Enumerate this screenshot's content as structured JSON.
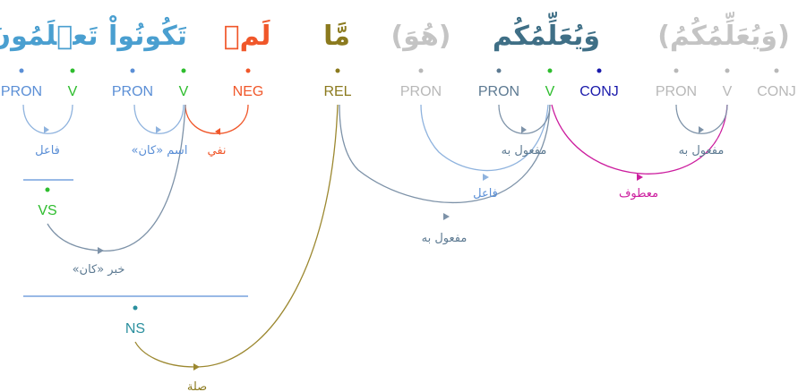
{
  "colors": {
    "green": "#2ebd2e",
    "blue": "#5b8fd6",
    "red": "#f0572a",
    "olive": "#8b7a1e",
    "grey": "#b8b8b8",
    "slate": "#5d7a92",
    "navy": "#1a1aab",
    "magenta": "#cc1d9e",
    "teal": "#2a8f9e",
    "edge_blue": "#8fb3de",
    "edge_slate": "#7d92a8",
    "edge_red": "#f0572a",
    "edge_olive": "#9c8830",
    "edge_magenta": "#cc1d9e"
  },
  "words": [
    {
      "text": "تَعۡلَمُونَ",
      "color": "blue_green"
    },
    {
      "text": "تَكُونُواْ",
      "color": "blue_green"
    },
    {
      "text": "لَمۡ",
      "color": "red"
    },
    {
      "text": "مَّا",
      "color": "olive"
    },
    {
      "text": "(هُوَ)",
      "color": "grey"
    },
    {
      "text": "وَيُعَلِّمُكُم",
      "color": "slate_green"
    },
    {
      "text": "(وَيُعَلِّمُكُمُ)",
      "color": "grey"
    }
  ],
  "tags": [
    "PRON",
    "V",
    "PRON",
    "V",
    "NEG",
    "REL",
    "PRON",
    "PRON",
    "V",
    "CONJ",
    "PRON",
    "V",
    "CONJ"
  ],
  "nodes": {
    "vs": "VS",
    "ns": "NS"
  },
  "relations": {
    "fail_1": "فاعل",
    "ism_kana": "اسم «كان»",
    "nafy": "نفي",
    "khabar_kana": "خبر «كان»",
    "silah": "صلة",
    "maful_1": "مفعول به",
    "fail_2": "فاعل",
    "maful_2": "مفعول به",
    "matuf": "معطوف",
    "maful_3": "مفعول به"
  }
}
